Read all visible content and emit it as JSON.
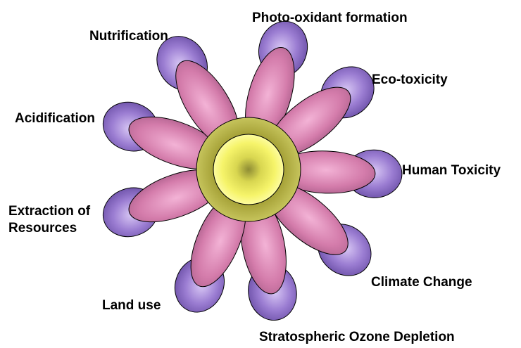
{
  "diagram": {
    "labels": {
      "photo_oxidant": "Photo-oxidant formation",
      "nutrification": "Nutrification",
      "eco_toxicity": "Eco-toxicity",
      "acidification": "Acidification",
      "human_toxicity": "Human Toxicity",
      "extraction_line1": "Extraction of",
      "extraction_line2": "Resources",
      "climate_change": "Climate Change",
      "land_use": "Land use",
      "ozone_depletion": "Stratospheric Ozone Depletion"
    },
    "colors": {
      "outer_petal": "#8e6fc6",
      "inner_petal": "#d67fb0",
      "ring": "#a6a33a",
      "center": "#f4f25e",
      "outline": "#000000"
    }
  }
}
